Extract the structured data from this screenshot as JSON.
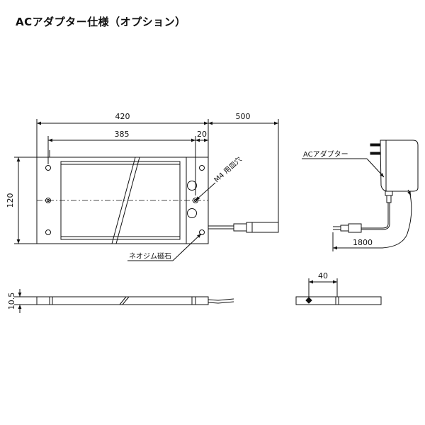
{
  "title": "ACアダプター仕様（オプション）",
  "dimensions": {
    "total_width": "420",
    "hole_pitch": "385",
    "edge_offset": "20",
    "cable_length": "500",
    "height": "120",
    "thickness": "10.5",
    "adapter_side": "40",
    "adapter_cable": "1800"
  },
  "labels": {
    "adapter": "ACアダプター",
    "screw": "M4 用皿穴",
    "magnet": "ネオジム磁石"
  }
}
